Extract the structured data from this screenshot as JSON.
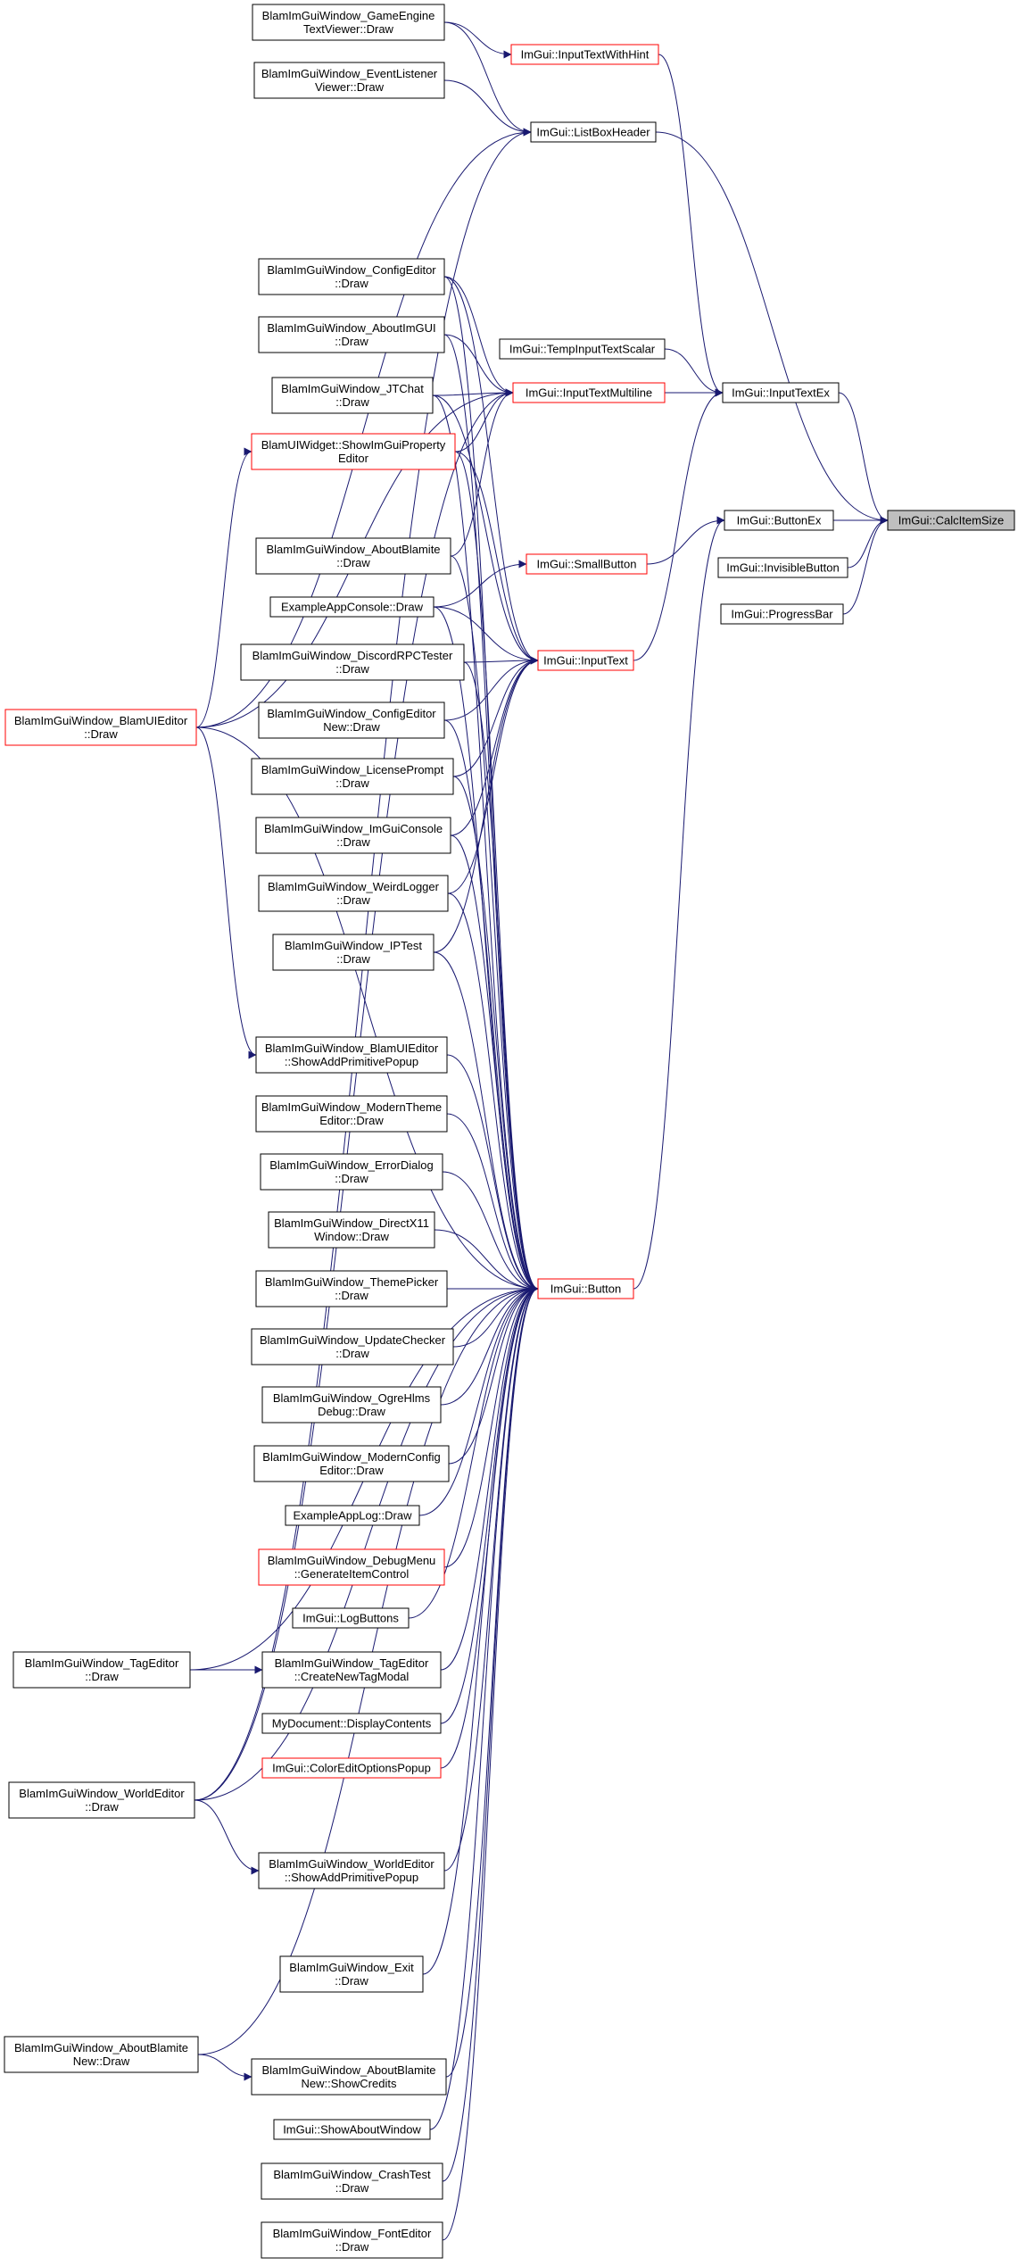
{
  "colors": {
    "edge": "#191970",
    "node_fill": "#ffffff",
    "node_border": "#000000",
    "node_border_highlight": "#ff0000",
    "root_fill": "#bfbfbf"
  },
  "nodes": [
    {
      "id": "gameengine",
      "lines": [
        "BlamImGuiWindow_GameEngine",
        "TextViewer::Draw"
      ],
      "style": "normal"
    },
    {
      "id": "inputtextwithhint",
      "lines": [
        "ImGui::InputTextWithHint"
      ],
      "style": "highlight"
    },
    {
      "id": "eventlistener",
      "lines": [
        "BlamImGuiWindow_EventListener",
        "Viewer::Draw"
      ],
      "style": "normal"
    },
    {
      "id": "listboxheader",
      "lines": [
        "ImGui::ListBoxHeader"
      ],
      "style": "normal"
    },
    {
      "id": "configeditor",
      "lines": [
        "BlamImGuiWindow_ConfigEditor",
        "::Draw"
      ],
      "style": "normal"
    },
    {
      "id": "aboutimgui",
      "lines": [
        "BlamImGuiWindow_AboutImGUI",
        "::Draw"
      ],
      "style": "normal"
    },
    {
      "id": "tempinputtextscalar",
      "lines": [
        "ImGui::TempInputTextScalar"
      ],
      "style": "normal"
    },
    {
      "id": "jtchat",
      "lines": [
        "BlamImGuiWindow_JTChat",
        "::Draw"
      ],
      "style": "normal"
    },
    {
      "id": "inputtextmultiline",
      "lines": [
        "ImGui::InputTextMultiline"
      ],
      "style": "highlight"
    },
    {
      "id": "inputtextex",
      "lines": [
        "ImGui::InputTextEx"
      ],
      "style": "normal"
    },
    {
      "id": "showimguiproperty",
      "lines": [
        "BlamUIWidget::ShowImGuiProperty",
        "Editor"
      ],
      "style": "highlight"
    },
    {
      "id": "buttonex",
      "lines": [
        "ImGui::ButtonEx"
      ],
      "style": "normal"
    },
    {
      "id": "calcitemsize",
      "lines": [
        "ImGui::CalcItemSize"
      ],
      "style": "root"
    },
    {
      "id": "aboutblamite",
      "lines": [
        "BlamImGuiWindow_AboutBlamite",
        "::Draw"
      ],
      "style": "normal"
    },
    {
      "id": "smallbutton",
      "lines": [
        "ImGui::SmallButton"
      ],
      "style": "highlight"
    },
    {
      "id": "invisiblebutton",
      "lines": [
        "ImGui::InvisibleButton"
      ],
      "style": "normal"
    },
    {
      "id": "exampleappconsole",
      "lines": [
        "ExampleAppConsole::Draw"
      ],
      "style": "normal"
    },
    {
      "id": "progressbar",
      "lines": [
        "ImGui::ProgressBar"
      ],
      "style": "normal"
    },
    {
      "id": "discordrpctester",
      "lines": [
        "BlamImGuiWindow_DiscordRPCTester",
        "::Draw"
      ],
      "style": "normal"
    },
    {
      "id": "inputtext",
      "lines": [
        "ImGui::InputText"
      ],
      "style": "highlight"
    },
    {
      "id": "configeditornew",
      "lines": [
        "BlamImGuiWindow_ConfigEditor",
        "New::Draw"
      ],
      "style": "normal"
    },
    {
      "id": "blamuieditor",
      "lines": [
        "BlamImGuiWindow_BlamUIEditor",
        "::Draw"
      ],
      "style": "highlight"
    },
    {
      "id": "licenseprompt",
      "lines": [
        "BlamImGuiWindow_LicensePrompt",
        "::Draw"
      ],
      "style": "normal"
    },
    {
      "id": "imguiconsole",
      "lines": [
        "BlamImGuiWindow_ImGuiConsole",
        "::Draw"
      ],
      "style": "normal"
    },
    {
      "id": "weirdlogger",
      "lines": [
        "BlamImGuiWindow_WeirdLogger",
        "::Draw"
      ],
      "style": "normal"
    },
    {
      "id": "iptest",
      "lines": [
        "BlamImGuiWindow_IPTest",
        "::Draw"
      ],
      "style": "normal"
    },
    {
      "id": "blamuieditorpopup",
      "lines": [
        "BlamImGuiWindow_BlamUIEditor",
        "::ShowAddPrimitivePopup"
      ],
      "style": "normal"
    },
    {
      "id": "modernthemeeditor",
      "lines": [
        "BlamImGuiWindow_ModernTheme",
        "Editor::Draw"
      ],
      "style": "normal"
    },
    {
      "id": "errordialog",
      "lines": [
        "BlamImGuiWindow_ErrorDialog",
        "::Draw"
      ],
      "style": "normal"
    },
    {
      "id": "directx11",
      "lines": [
        "BlamImGuiWindow_DirectX11",
        "Window::Draw"
      ],
      "style": "normal"
    },
    {
      "id": "themepicker",
      "lines": [
        "BlamImGuiWindow_ThemePicker",
        "::Draw"
      ],
      "style": "normal"
    },
    {
      "id": "button",
      "lines": [
        "ImGui::Button"
      ],
      "style": "highlight"
    },
    {
      "id": "updatechecker",
      "lines": [
        "BlamImGuiWindow_UpdateChecker",
        "::Draw"
      ],
      "style": "normal"
    },
    {
      "id": "ogrehlms",
      "lines": [
        "BlamImGuiWindow_OgreHlms",
        "Debug::Draw"
      ],
      "style": "normal"
    },
    {
      "id": "modernconfig",
      "lines": [
        "BlamImGuiWindow_ModernConfig",
        "Editor::Draw"
      ],
      "style": "normal"
    },
    {
      "id": "exampleapplog",
      "lines": [
        "ExampleAppLog::Draw"
      ],
      "style": "normal"
    },
    {
      "id": "debugmenu",
      "lines": [
        "BlamImGuiWindow_DebugMenu",
        "::GenerateItemControl"
      ],
      "style": "highlight"
    },
    {
      "id": "logbuttons",
      "lines": [
        "ImGui::LogButtons"
      ],
      "style": "normal"
    },
    {
      "id": "tageditor",
      "lines": [
        "BlamImGuiWindow_TagEditor",
        "::Draw"
      ],
      "style": "normal"
    },
    {
      "id": "createnewtag",
      "lines": [
        "BlamImGuiWindow_TagEditor",
        "::CreateNewTagModal"
      ],
      "style": "normal"
    },
    {
      "id": "mydocument",
      "lines": [
        "MyDocument::DisplayContents"
      ],
      "style": "normal"
    },
    {
      "id": "coloreditoptions",
      "lines": [
        "ImGui::ColorEditOptionsPopup"
      ],
      "style": "highlight"
    },
    {
      "id": "worldeditor",
      "lines": [
        "BlamImGuiWindow_WorldEditor",
        "::Draw"
      ],
      "style": "normal"
    },
    {
      "id": "worldeditorpopup",
      "lines": [
        "BlamImGuiWindow_WorldEditor",
        "::ShowAddPrimitivePopup"
      ],
      "style": "normal"
    },
    {
      "id": "exit",
      "lines": [
        "BlamImGuiWindow_Exit",
        "::Draw"
      ],
      "style": "normal"
    },
    {
      "id": "aboutblamitenew",
      "lines": [
        "BlamImGuiWindow_AboutBlamite",
        "New::Draw"
      ],
      "style": "normal"
    },
    {
      "id": "showcredits",
      "lines": [
        "BlamImGuiWindow_AboutBlamite",
        "New::ShowCredits"
      ],
      "style": "normal"
    },
    {
      "id": "showaboutwindow",
      "lines": [
        "ImGui::ShowAboutWindow"
      ],
      "style": "normal"
    },
    {
      "id": "crashtest",
      "lines": [
        "BlamImGuiWindow_CrashTest",
        "::Draw"
      ],
      "style": "normal"
    },
    {
      "id": "fonteditor",
      "lines": [
        "BlamImGuiWindow_FontEditor",
        "::Draw"
      ],
      "style": "normal"
    }
  ],
  "edges": [
    [
      "gameengine",
      "inputtextwithhint"
    ],
    [
      "gameengine",
      "listboxheader"
    ],
    [
      "eventlistener",
      "listboxheader"
    ],
    [
      "blamuieditor",
      "listboxheader"
    ],
    [
      "worldeditor",
      "listboxheader"
    ],
    [
      "inputtextwithhint",
      "inputtextex"
    ],
    [
      "listboxheader",
      "calcitemsize"
    ],
    [
      "tempinputtextscalar",
      "inputtextex"
    ],
    [
      "inputtextmultiline",
      "inputtextex"
    ],
    [
      "inputtext",
      "inputtextex"
    ],
    [
      "inputtextex",
      "calcitemsize"
    ],
    [
      "buttonex",
      "calcitemsize"
    ],
    [
      "invisiblebutton",
      "calcitemsize"
    ],
    [
      "progressbar",
      "calcitemsize"
    ],
    [
      "smallbutton",
      "buttonex"
    ],
    [
      "button",
      "buttonex"
    ],
    [
      "configeditor",
      "inputtextmultiline"
    ],
    [
      "aboutimgui",
      "inputtextmultiline"
    ],
    [
      "jtchat",
      "inputtextmultiline"
    ],
    [
      "showimguiproperty",
      "inputtextmultiline"
    ],
    [
      "aboutblamite",
      "inputtextmultiline"
    ],
    [
      "blamuieditor",
      "inputtextmultiline"
    ],
    [
      "worldeditor",
      "inputtextmultiline"
    ],
    [
      "exampleappconsole",
      "smallbutton"
    ],
    [
      "configeditor",
      "inputtext"
    ],
    [
      "jtchat",
      "inputtext"
    ],
    [
      "showimguiproperty",
      "inputtext"
    ],
    [
      "exampleappconsole",
      "inputtext"
    ],
    [
      "discordrpctester",
      "inputtext"
    ],
    [
      "configeditornew",
      "inputtext"
    ],
    [
      "licenseprompt",
      "inputtext"
    ],
    [
      "imguiconsole",
      "inputtext"
    ],
    [
      "weirdlogger",
      "inputtext"
    ],
    [
      "iptest",
      "inputtext"
    ],
    [
      "blamuieditor",
      "showimguiproperty"
    ],
    [
      "blamuieditor",
      "blamuieditorpopup"
    ],
    [
      "tageditor",
      "createnewtag"
    ],
    [
      "worldeditor",
      "worldeditorpopup"
    ],
    [
      "aboutblamitenew",
      "showcredits"
    ],
    [
      "configeditor",
      "button"
    ],
    [
      "aboutimgui",
      "button"
    ],
    [
      "jtchat",
      "button"
    ],
    [
      "showimguiproperty",
      "button"
    ],
    [
      "aboutblamite",
      "button"
    ],
    [
      "exampleappconsole",
      "button"
    ],
    [
      "discordrpctester",
      "button"
    ],
    [
      "configeditornew",
      "button"
    ],
    [
      "licenseprompt",
      "button"
    ],
    [
      "imguiconsole",
      "button"
    ],
    [
      "weirdlogger",
      "button"
    ],
    [
      "iptest",
      "button"
    ],
    [
      "blamuieditor",
      "button"
    ],
    [
      "blamuieditorpopup",
      "button"
    ],
    [
      "modernthemeeditor",
      "button"
    ],
    [
      "errordialog",
      "button"
    ],
    [
      "directx11",
      "button"
    ],
    [
      "themepicker",
      "button"
    ],
    [
      "updatechecker",
      "button"
    ],
    [
      "ogrehlms",
      "button"
    ],
    [
      "modernconfig",
      "button"
    ],
    [
      "exampleapplog",
      "button"
    ],
    [
      "debugmenu",
      "button"
    ],
    [
      "logbuttons",
      "button"
    ],
    [
      "tageditor",
      "button"
    ],
    [
      "createnewtag",
      "button"
    ],
    [
      "mydocument",
      "button"
    ],
    [
      "coloreditoptions",
      "button"
    ],
    [
      "worldeditor",
      "button"
    ],
    [
      "worldeditorpopup",
      "button"
    ],
    [
      "exit",
      "button"
    ],
    [
      "aboutblamitenew",
      "button"
    ],
    [
      "showcredits",
      "button"
    ],
    [
      "showaboutwindow",
      "button"
    ],
    [
      "crashtest",
      "button"
    ],
    [
      "fonteditor",
      "button"
    ]
  ]
}
